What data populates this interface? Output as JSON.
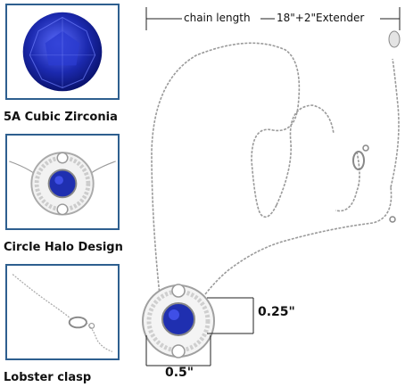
{
  "thumbnails": [
    {
      "caption": "5A Cubic Zirconia"
    },
    {
      "caption": "Circle Halo Design"
    },
    {
      "caption": "Lobster clasp"
    }
  ],
  "dimensions": {
    "chain_length_label": "chain length",
    "chain_length_value": "18\"+2\"Extender",
    "height_value": "0.25\"",
    "width_value": "0.5\""
  },
  "colors": {
    "thumb_border": "#2e5f8f",
    "gem_blue": "#1f2fb0",
    "silver": "#9a9a9a"
  }
}
